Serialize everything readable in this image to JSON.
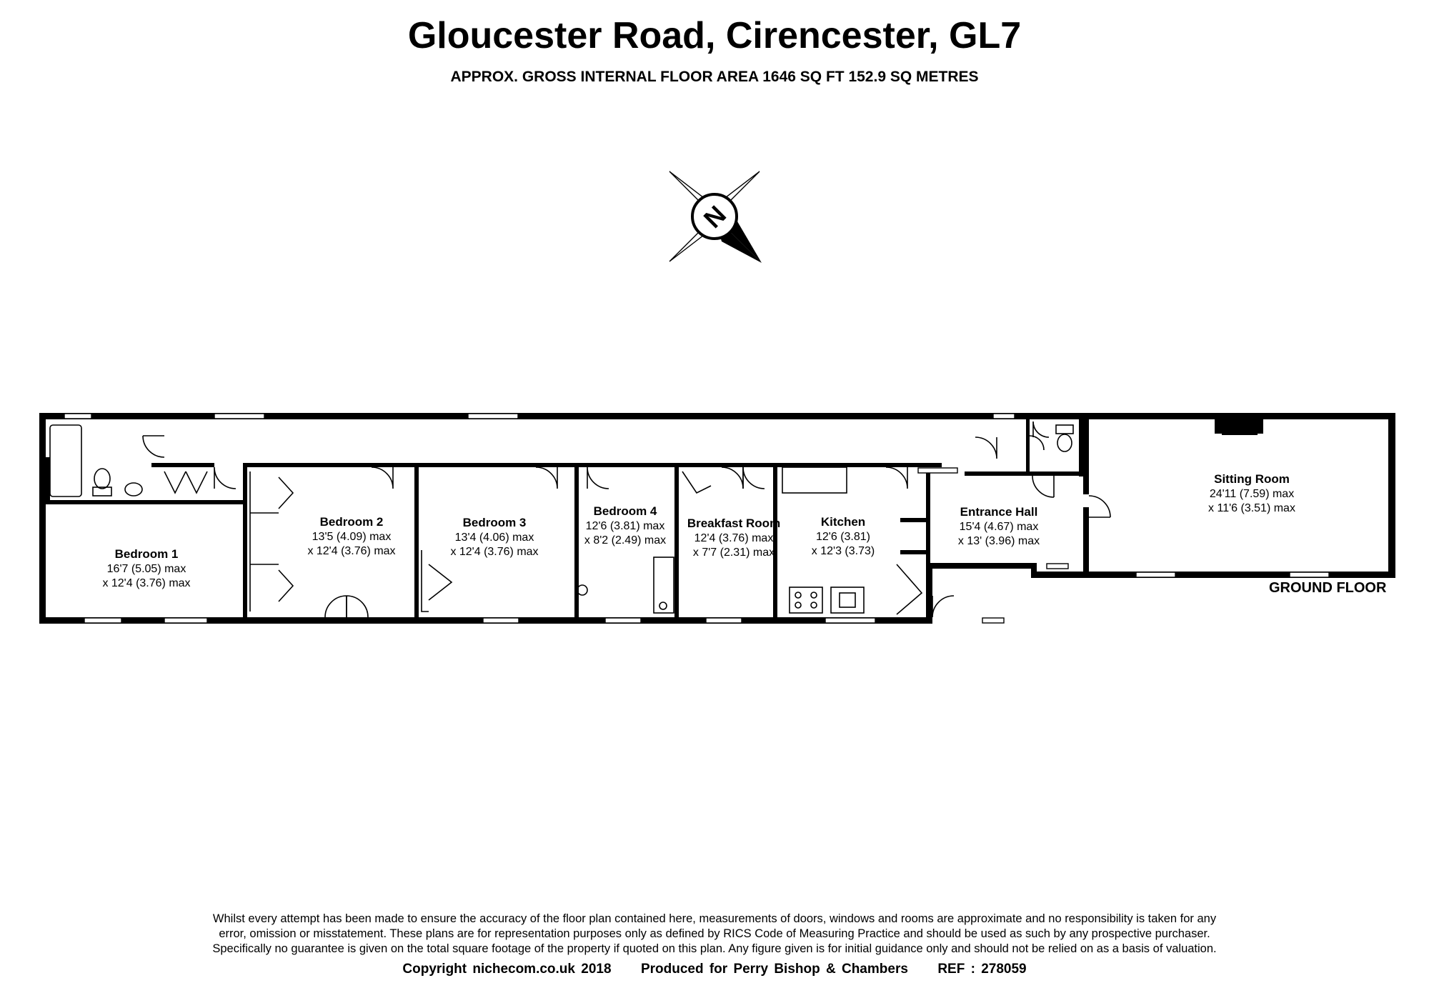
{
  "header": {
    "title": "Gloucester Road, Cirencester, GL7",
    "subtitle": "APPROX. GROSS INTERNAL FLOOR AREA 1646 SQ FT 152.9 SQ METRES"
  },
  "compass": {
    "label": "N"
  },
  "floor_label": "GROUND FLOOR",
  "rooms": {
    "bedroom1": {
      "name": "Bedroom 1",
      "dim1": "16'7 (5.05) max",
      "dim2": "x 12'4 (3.76) max"
    },
    "bedroom2": {
      "name": "Bedroom 2",
      "dim1": "13'5 (4.09) max",
      "dim2": "x 12'4 (3.76) max"
    },
    "bedroom3": {
      "name": "Bedroom 3",
      "dim1": "13'4 (4.06) max",
      "dim2": "x 12'4 (3.76) max"
    },
    "bedroom4": {
      "name": "Bedroom 4",
      "dim1": "12'6 (3.81) max",
      "dim2": "x 8'2 (2.49) max"
    },
    "breakfast": {
      "name": "Breakfast Room",
      "dim1": "12'4 (3.76) max",
      "dim2": "x 7'7 (2.31) max"
    },
    "kitchen": {
      "name": "Kitchen",
      "dim1": "12'6 (3.81)",
      "dim2": "x 12'3 (3.73)"
    },
    "entrance": {
      "name": "Entrance Hall",
      "dim1": "15'4 (4.67) max",
      "dim2": "x 13' (3.96) max"
    },
    "sitting": {
      "name": "Sitting Room",
      "dim1": "24'11 (7.59) max",
      "dim2": "x 11'6 (3.51) max"
    }
  },
  "footer": {
    "disclaimer_line1": "Whilst every attempt has been made to ensure the accuracy of the floor plan contained here, measurements of doors, windows and rooms are approximate and no responsibility is taken for any",
    "disclaimer_line2": "error, omission or misstatement. These plans are for representation purposes only as defined by RICS Code of Measuring Practice and should be used as such by any prospective purchaser.",
    "disclaimer_line3": "Specifically no guarantee is given on the total square footage of the property if quoted on this plan. Any figure given is for initial guidance only and should not be relied on as a basis of valuation.",
    "copyright": "Copyright nichecom.co.uk 2018",
    "produced_for": "Produced for Perry Bishop & Chambers",
    "ref": "REF :  278059"
  }
}
